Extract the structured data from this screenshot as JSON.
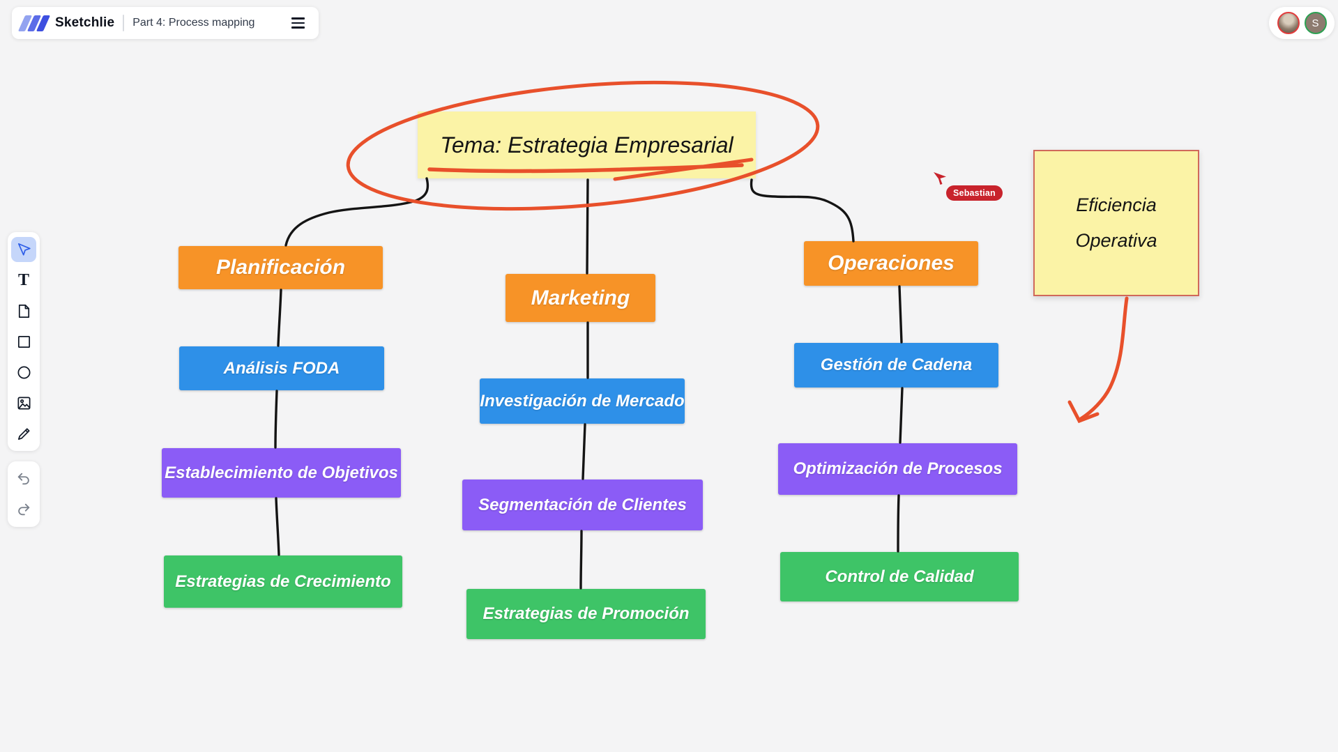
{
  "header": {
    "app_name": "Sketchlie",
    "board_title": "Part 4: Process mapping"
  },
  "collaborators": {
    "remote_user_initial": "S",
    "cursor_label": "Sebastian"
  },
  "toolbar": {
    "text_tool_glyph": "T",
    "tools": [
      "select-tool",
      "text-tool",
      "note-tool",
      "rectangle-tool",
      "ellipse-tool",
      "image-tool",
      "pencil-tool"
    ],
    "history": [
      "undo",
      "redo"
    ],
    "selected_tool": "select-tool"
  },
  "mindmap": {
    "title_note": "Tema: Estrategia Empresarial",
    "side_note": {
      "line1": "Eficiencia",
      "line2": "Operativa"
    },
    "columns": [
      {
        "root": "Planificación",
        "children": [
          "Análisis FODA",
          "Establecimiento de Objetivos",
          "Estrategias de Crecimiento"
        ]
      },
      {
        "root": "Marketing",
        "children": [
          "Investigación de Mercado",
          "Segmentación de Clientes",
          "Estrategias de Promoción"
        ]
      },
      {
        "root": "Operaciones",
        "children": [
          "Gestión de Cadena",
          "Optimización de Procesos",
          "Control de Calidad"
        ]
      }
    ],
    "colors": {
      "root": "#F79327",
      "level1": "#2E90E8",
      "level2": "#8B5CF6",
      "level3": "#3EC467",
      "note": "#FBF3A6",
      "annotation": "#E8502B",
      "connector": "#141414",
      "cursor": "#C8232C"
    }
  }
}
